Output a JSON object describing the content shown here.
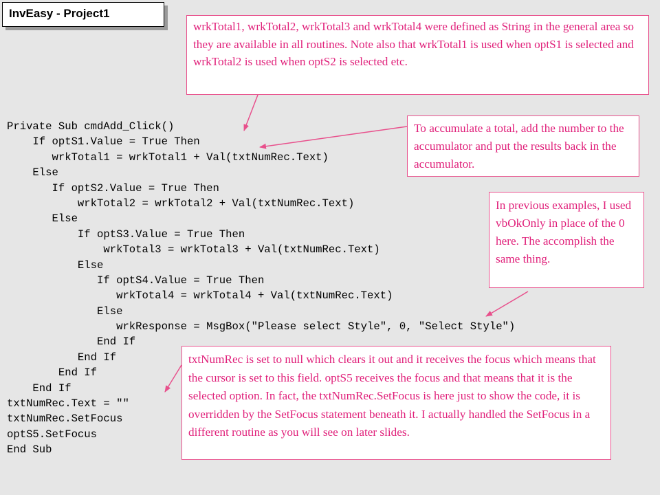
{
  "slide": {
    "title": "InvEasy - Project1"
  },
  "code": {
    "lines": [
      "Private Sub cmdAdd_Click()",
      "    If optS1.Value = True Then",
      "       wrkTotal1 = wrkTotal1 + Val(txtNumRec.Text)",
      "    Else",
      "       If optS2.Value = True Then",
      "           wrkTotal2 = wrkTotal2 + Val(txtNumRec.Text)",
      "       Else",
      "           If optS3.Value = True Then",
      "               wrkTotal3 = wrkTotal3 + Val(txtNumRec.Text)",
      "           Else",
      "              If optS4.Value = True Then",
      "                 wrkTotal4 = wrkTotal4 + Val(txtNumRec.Text)",
      "              Else",
      "                 wrkResponse = MsgBox(\"Please select Style\", 0, \"Select Style\")",
      "              End If",
      "           End If",
      "        End If",
      "    End If",
      "txtNumRec.Text = \"\"",
      "txtNumRec.SetFocus",
      "optS5.SetFocus",
      "End Sub"
    ]
  },
  "notes": {
    "general_area": "wrkTotal1, wrkTotal2, wrkTotal3 and wrkTotal4 were defined as String in the general area so they are available in all routines.  Note also that wrkTotal1 is used when optS1 is selected and wrkTotal2 is used when optS2 is selected etc.",
    "accumulate": "To accumulate a total, add the number to the accumulator and put the results back in the accumulator.",
    "vbokonly": "In previous examples, I used vbOkOnly in place of the 0 here. The accomplish the same thing.",
    "setfocus": "txtNumRec is set to null which clears it out and it receives the focus which means that the cursor is set to this field.  optS5 receives the focus and that means that it is the selected option. In fact, the txtNumRec.SetFocus is here just to show the code, it is overridden by the SetFocus statement beneath it.  I actually handled the SetFocus in a different routine as you will see on later slides."
  },
  "colors": {
    "note_text": "#e0207a",
    "note_border": "#e8508c",
    "arrow": "#e8508c",
    "background": "#e6e6e6"
  }
}
